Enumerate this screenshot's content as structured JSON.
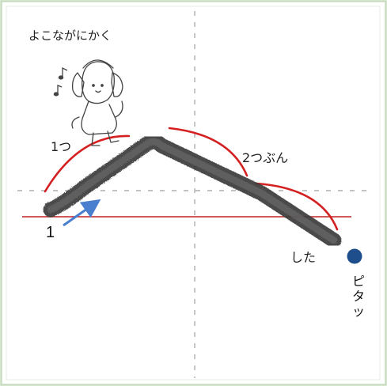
{
  "title": "よこながにかく",
  "labels": {
    "one_tsu": "1つ",
    "two_tsubun": "2つぶん",
    "shita": "した",
    "number_one": "1",
    "pitatsu": "ピタッ"
  },
  "icons": {
    "character": "dog-with-headphones-icon",
    "music_notes": "music-notes-icon",
    "pointer_arrow": "arrow-icon",
    "end_point": "dot-icon"
  },
  "colors": {
    "stroke": "#3a3a3a",
    "guide_arc": "#d42020",
    "baseline": "#c94040",
    "arrow": "#4a7fd0",
    "dot": "#1f4e8c",
    "frame": "#c8dcc0",
    "grid_dash": "#9aa0a0"
  }
}
